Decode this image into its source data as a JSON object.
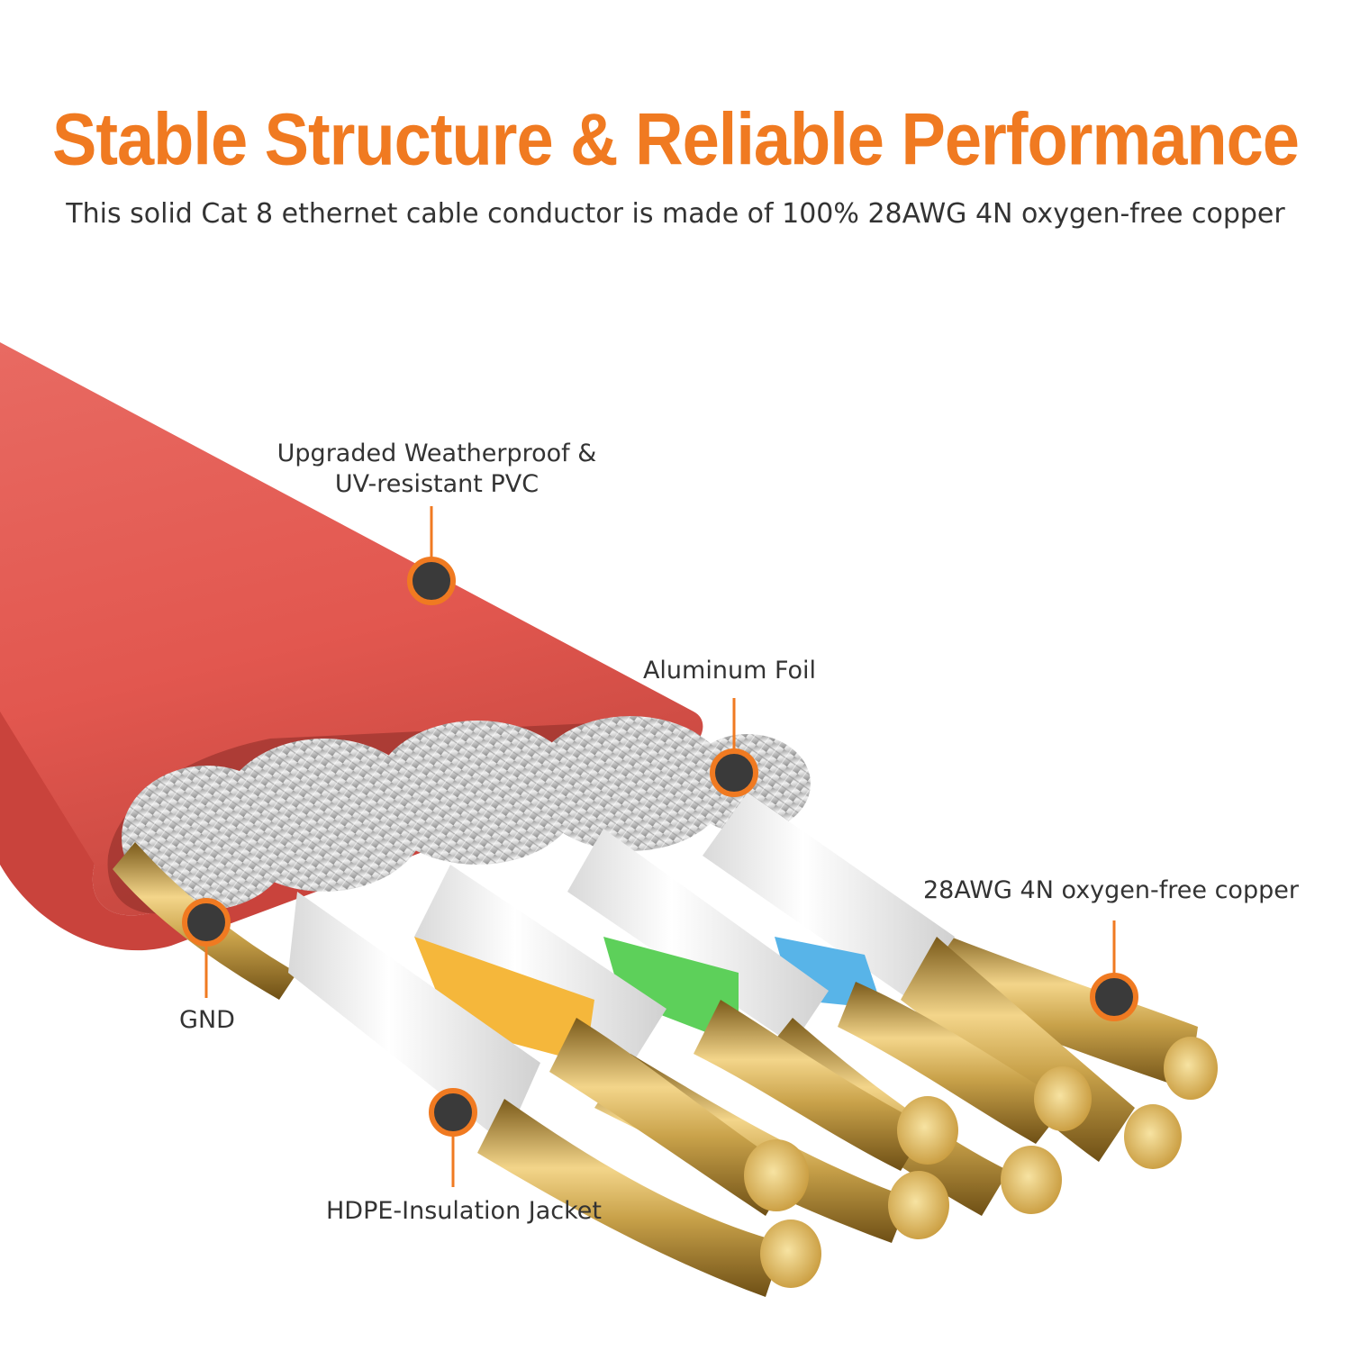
{
  "headline": "Stable Structure & Reliable Performance",
  "subheadline": "This solid Cat 8 ethernet cable conductor is made of 100% 28AWG 4N oxygen-free copper",
  "colors": {
    "accent": "#f07a21",
    "jacket": "#e2574f",
    "jacket_dark": "#c13f39",
    "foil": "#c9c9c9",
    "insulation": "#f4f4f4",
    "copper": "#c9a24a",
    "pair_orange": "#f5b73b",
    "pair_green": "#5dd05a",
    "pair_blue": "#58b4e8",
    "marker_dot": "#3a3a3a"
  },
  "callouts": {
    "pvc": {
      "line1": "Upgraded Weatherproof &",
      "line2": "UV-resistant PVC"
    },
    "foil": {
      "label": "Aluminum Foil"
    },
    "copper": {
      "label": "28AWG 4N oxygen-free copper"
    },
    "gnd": {
      "label": "GND"
    },
    "hdpe": {
      "label": "HDPE-Insulation Jacket"
    }
  }
}
